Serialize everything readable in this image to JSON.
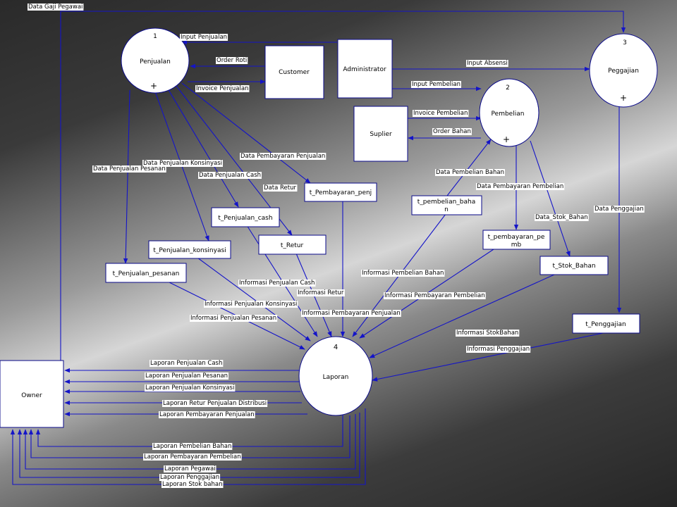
{
  "nodes": {
    "penjualan": {
      "number": "1",
      "label": "Penjualan",
      "plus": "+"
    },
    "pembelian": {
      "number": "2",
      "label": "Pembelian",
      "plus": "+"
    },
    "peggajian": {
      "number": "3",
      "label": "Peggajian",
      "plus": "+"
    },
    "laporan": {
      "number": "4",
      "label": "Laporan"
    },
    "customer": {
      "label": "Customer"
    },
    "administrator": {
      "label": "Administrator"
    },
    "suplier": {
      "label": "Suplier"
    },
    "owner": {
      "label": "Owner"
    },
    "t_pembayaran_penj": {
      "label": "t_Pembayaran_penj"
    },
    "t_penjualan_cash": {
      "label": "t_Penjualan_cash"
    },
    "t_retur": {
      "label": "t_Retur"
    },
    "t_penjualan_konsinyasi": {
      "label": "t_Penjualan_konsinyasi"
    },
    "t_penjualan_pesanan": {
      "label": "t_Penjualan_pesanan"
    },
    "t_pembelian_bahan": {
      "line1": "t_pembelian_baha",
      "line2": "n"
    },
    "t_pembayaran_pemb": {
      "line1": "t_pembayaran_pe",
      "line2": "mb"
    },
    "t_stok_bahan": {
      "label": "t_Stok_Bahan"
    },
    "t_penggajian": {
      "label": "t_Penggajian"
    }
  },
  "flows": {
    "data_gaji_pegawai": "Data Gaji Pegawai",
    "input_penjualan": "Input Penjualan",
    "order_roti": "Order Roti",
    "invoice_penjualan": "Invoice Penjualan",
    "input_absensi": "Input Absensi",
    "input_pembelian": "Input Pembelian",
    "invoice_pembelian": "Invoice Pembelian",
    "order_bahan": "Order Bahan",
    "data_pembayaran_penjualan": "Data Pembayaran Penjualan",
    "data_penjualan_konsinyasi": "Data Penjualan Konsinyasi",
    "data_penjualan_pesanan": "Data Penjualan Pesanan",
    "data_penjualan_cash": "Data Penjualan Cash",
    "data_retur": "Data Retur",
    "data_pembelian_bahan": "Data Pembelian Bahan",
    "data_pembayaran_pembelian": "Data Pembayaran Pembelian",
    "data_stok_bahan": "Data_Stok_Bahan",
    "data_penggajian": "Data Penggajian",
    "informasi_pembelian_bahan": "Informasi Pembelian Bahan",
    "informasi_penjualan_cash": "Informasi Penjualan Cash",
    "informasi_retur": "Informasi Retur",
    "informasi_pembayaran_pembelian": "Informasi Pembayaran Pembelian",
    "informasi_penjualan_konsinyasi": "Informasi Penjualan Konsinyasi",
    "informasi_pembayaran_penjualan": "Informasi Pembayaran Penjualan",
    "informasi_penjualan_pesanan": "Informasi Penjualan Pesanan",
    "informasi_stok_bahan": "Informasi StokBahan",
    "informasi_penggajian": "Informasi Penggajian",
    "laporan_penjualan_cash": "Laporan Penjualan Cash",
    "laporan_penjualan_pesanan": "Laporan Penjualan Pesanan",
    "laporan_penjualan_konsinyasi": "Laporan Penjualan Konsinyasi",
    "laporan_retur_penjualan_distribusi": "Laporan Retur Penjualan Distribusi",
    "laporan_pembayaran_penjualan": "Laporan Pembayaran Penjualan",
    "laporan_pembelian_bahan": "Laporan Pembelian Bahan",
    "laporan_pembayaran_pembelian": "Laporan Pembayaran Pembelian",
    "laporan_pegawai": "Laporan Pegawai",
    "laporan_penggajian": "Laporan Penggajian",
    "laporan_stok_bahan": "Laporan Stok bahan"
  },
  "colors": {
    "line": "#1414c8",
    "node_fill": "#ffffff",
    "node_stroke": "#0a0a8a"
  }
}
